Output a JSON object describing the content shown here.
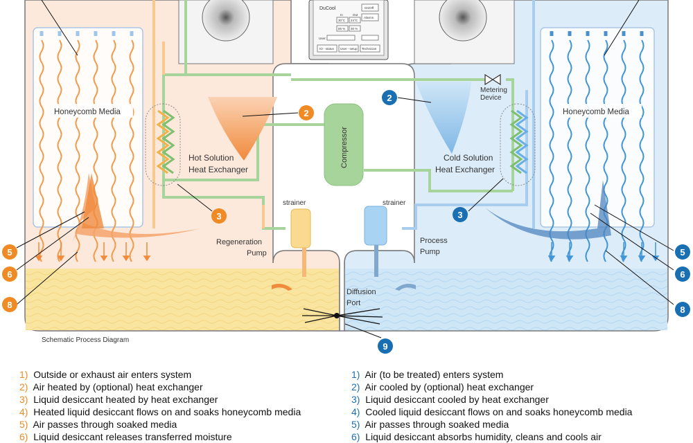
{
  "labels": {
    "media_left": "Honeycomb Media",
    "media_right": "Honeycomb Media",
    "hot_hx_line1": "Hot Solution",
    "hot_hx_line2": "Heat Exchanger",
    "cold_hx_line1": "Cold Solution",
    "cold_hx_line2": "Heat Exchanger",
    "compressor": "Compressor",
    "metering_line1": "Metering",
    "metering_line2": "Device",
    "strainer_left": "strainer",
    "strainer_right": "strainer",
    "regen_pump_line1": "Regeneration",
    "regen_pump_line2": "Pump",
    "process_pump_line1": "Process",
    "process_pump_line2": "Pump",
    "diffusion_line1": "Diffusion",
    "diffusion_line2": "Port",
    "caption": "Schematic Process Diagram"
  },
  "control_panel": {
    "title": "DuCool",
    "onoff": "On/Off",
    "alarms": "Alarms",
    "in_label": "In",
    "out_label": "Out",
    "in_temp": "30°C",
    "out_temp": "24°C",
    "in_hum": "85 %",
    "out_hum": "30 %",
    "user_label": "User:",
    "btn_io": "IO - status",
    "btn_user": "User - setup",
    "btn_tech": "Technician"
  },
  "badges": {
    "hot_2": "2",
    "hot_3": "3",
    "hot_5": "5",
    "hot_6": "6",
    "hot_8": "8",
    "cold_2": "2",
    "cold_3": "3",
    "cold_5": "5",
    "cold_6": "6",
    "cold_8": "8",
    "center_9": "9"
  },
  "colors": {
    "hot_accent": "#f08a24",
    "cold_accent": "#1a6fb3",
    "hot_bg": "#fde9dc",
    "cold_bg": "#dcecf8",
    "hot_liquid": "#f9e4a0",
    "cold_liquid": "#cfe6f7",
    "refrigerant_pipe": "#a6d49a"
  },
  "legend_left": [
    {
      "num": "1)",
      "text": "Outside or exhaust air enters system"
    },
    {
      "num": "2)",
      "text": "Air heated by (optional) heat exchanger"
    },
    {
      "num": "3)",
      "text": "Liquid desiccant heated by heat exchanger"
    },
    {
      "num": "4)",
      "text": "Heated liquid desiccant flows on and soaks honeycomb media"
    },
    {
      "num": "5)",
      "text": "Air passes through soaked media"
    },
    {
      "num": "6)",
      "text": "Liquid desiccant releases transferred moisture"
    }
  ],
  "legend_right": [
    {
      "num": "1)",
      "text": "Air (to be treated) enters system"
    },
    {
      "num": "2)",
      "text": "Air cooled by (optional) heat exchanger"
    },
    {
      "num": "3)",
      "text": "Liquid desiccant cooled by heat exchanger"
    },
    {
      "num": "4)",
      "text": "Cooled liquid desiccant flows on and soaks honeycomb media"
    },
    {
      "num": "5)",
      "text": "Air passes through soaked media"
    },
    {
      "num": "6)",
      "text": "Liquid desiccant absorbs humidity, cleans and cools air"
    }
  ]
}
